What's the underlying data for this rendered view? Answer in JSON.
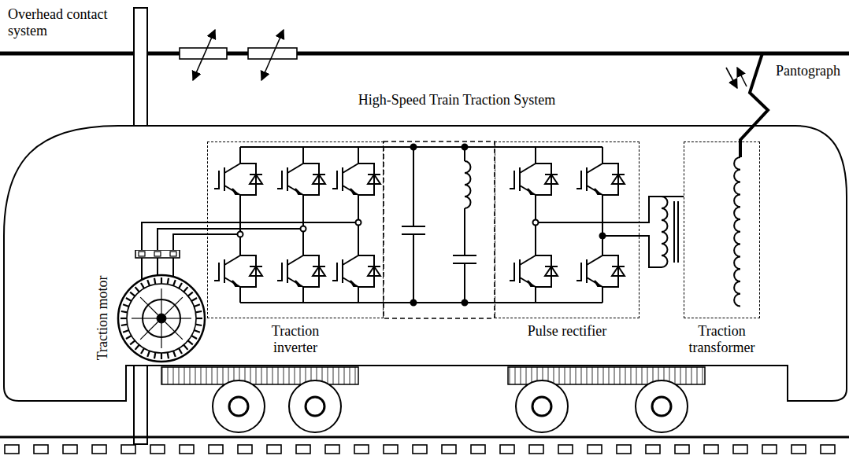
{
  "diagram": {
    "title": "High-Speed Train Traction System",
    "nodes": [
      {
        "text": [
          "Traction motor"
        ]
      },
      {
        "text": [
          "Traction inverter"
        ]
      },
      {
        "text": [
          "Pulse rectifier"
        ]
      },
      {
        "text": [
          "Traction transformer"
        ]
      }
    ],
    "edges": [
      {
        "from": 0,
        "to": 1,
        "arrow": "none"
      },
      {
        "from": 1,
        "to": 2,
        "arrow": "none"
      },
      {
        "from": 2,
        "to": 3,
        "arrow": "none"
      }
    ],
    "labels": [
      "Overhead contact system",
      "Pantograph"
    ]
  }
}
